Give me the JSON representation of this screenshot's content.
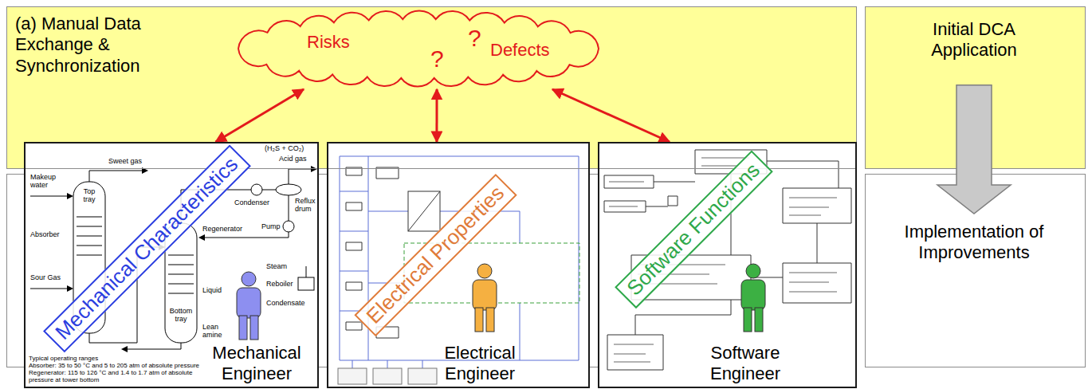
{
  "diagram": {
    "nodes": [
      {
        "text": [
          "(a) Manual Data Exchange & Synchronization"
        ]
      },
      {
        "text": [
          "Risks",
          "?",
          "Defects",
          "?"
        ],
        "in": 0
      },
      {
        "text": [
          "Mechanical Engineer"
        ]
      },
      {
        "text": [
          "Mechanical Characteristics"
        ],
        "in": 2
      },
      {
        "text": [
          "Electrical Engineer"
        ]
      },
      {
        "text": [
          "Electrical Properties"
        ],
        "in": 4
      },
      {
        "text": [
          "Software Engineer"
        ]
      },
      {
        "text": [
          "Software Functions"
        ],
        "in": 6
      },
      {
        "text": [
          "Initial DCA Application"
        ]
      },
      {
        "text": [
          "Implementation of Improvements"
        ]
      }
    ],
    "edges": [
      {
        "from": 1,
        "to": 2,
        "arrow": "both"
      },
      {
        "from": 1,
        "to": 4,
        "arrow": "both"
      },
      {
        "from": 1,
        "to": 6,
        "arrow": "both"
      },
      {
        "from": 8,
        "to": 9,
        "arrow": "to"
      }
    ],
    "labels": [
      "Sweet gas",
      "(H₂S + CO₂)",
      "Condenser",
      "Acid gas",
      "Makeup water",
      "Reflux drum",
      "Top tray",
      "Pump",
      "Absorber",
      "Regenerator",
      "Sour Gas",
      "Bottom tray",
      "Steam",
      "Liquid",
      "Reboiler",
      "Lean amine",
      "Condensate",
      "Typical operating ranges",
      "Absorber: 35 to 50 °C and 5 to 205 atm of absolute pressure",
      "Regenerator: 115 to 126 °C and 1.4 to 1.7 atm of absolute pressure at tower bottom"
    ]
  }
}
